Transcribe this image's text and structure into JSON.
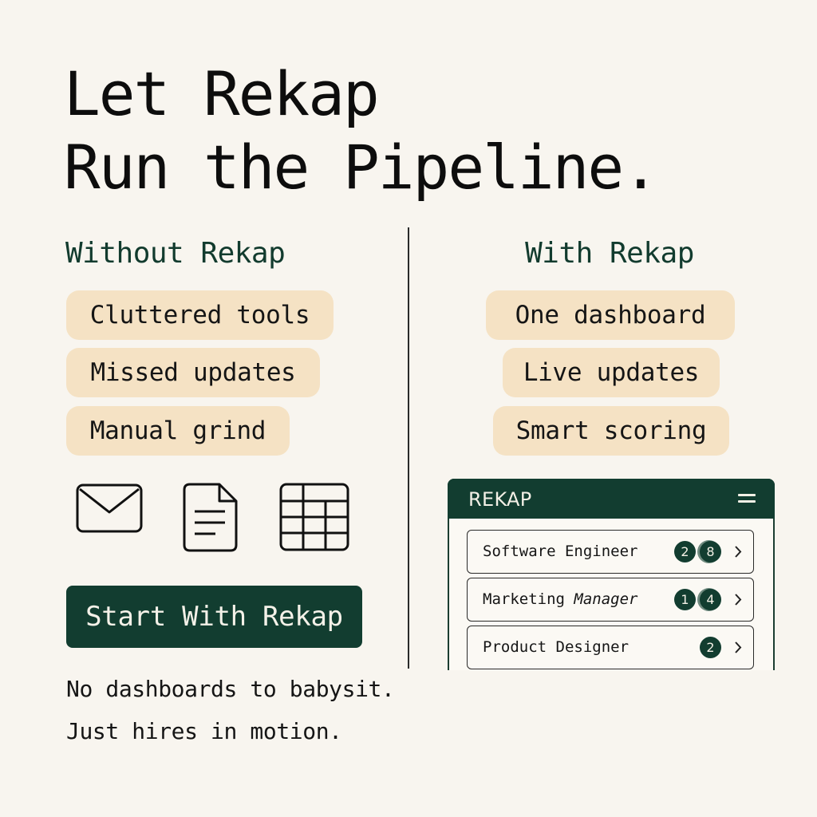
{
  "headline": {
    "line1": "Let Rekap",
    "line2": "Run the Pipeline."
  },
  "without": {
    "title": "Without Rekap",
    "items": [
      "Cluttered tools",
      "Missed updates",
      "Manual grind"
    ],
    "icons": [
      "envelope-icon",
      "document-icon",
      "spreadsheet-icon"
    ]
  },
  "with": {
    "title": "With Rekap",
    "items": [
      "One dashboard",
      "Live updates",
      "Smart scoring"
    ]
  },
  "cta": {
    "label": "Start With Rekap"
  },
  "tagline": {
    "line1": "No dashboards to babysit.",
    "line2": "Just hires in motion."
  },
  "app": {
    "title": "REKAP",
    "rows": [
      {
        "label": "Software Engineer",
        "badges": [
          "2",
          "8"
        ]
      },
      {
        "label_plain": "Marketing ",
        "label_italic": "Manager",
        "badges": [
          "1",
          "4"
        ]
      },
      {
        "label": "Product Designer",
        "badges": [
          "2"
        ]
      }
    ]
  },
  "colors": {
    "background": "#f8f5ef",
    "brand_green": "#123d30",
    "pill": "#f5e2c4",
    "text": "#111111"
  }
}
